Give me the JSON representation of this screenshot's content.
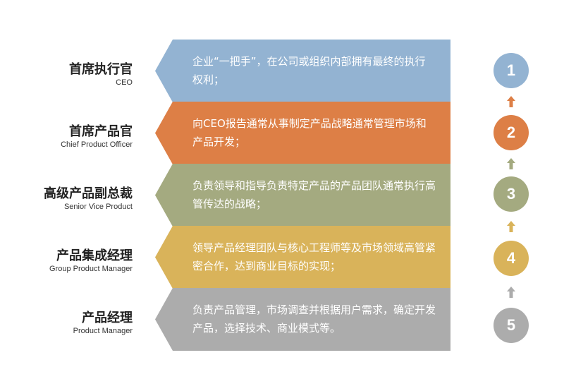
{
  "levels": [
    {
      "title": "首席执行官",
      "subtitle": "CEO",
      "description": "企业“一把手”，在公司或组织内部拥有最终的执行权利；",
      "number": "1",
      "color": "#93b3d2"
    },
    {
      "title": "首席产品官",
      "subtitle": "Chief Product Officer",
      "description": "向CEO报告通常从事制定产品战略通常管理市场和产品开发；",
      "number": "2",
      "color": "#dd7f46"
    },
    {
      "title": "高级产品副总裁",
      "subtitle": "Senior Vice Product",
      "description": "负责领导和指导负责特定产品的产品团队通常执行高管传达的战略；",
      "number": "3",
      "color": "#a4aa80"
    },
    {
      "title": "产品集成经理",
      "subtitle": "Group Product Manager",
      "description": "领导产品经理团队与核心工程师等及市场领域高管紧密合作，达到商业目标的实现；",
      "number": "4",
      "color": "#d9b35a"
    },
    {
      "title": "产品经理",
      "subtitle": "Product Manager",
      "description": "负责产品管理，市场调查并根据用户需求，确定开发产品，选择技术、商业模式等。",
      "number": "5",
      "color": "#acacac"
    }
  ]
}
